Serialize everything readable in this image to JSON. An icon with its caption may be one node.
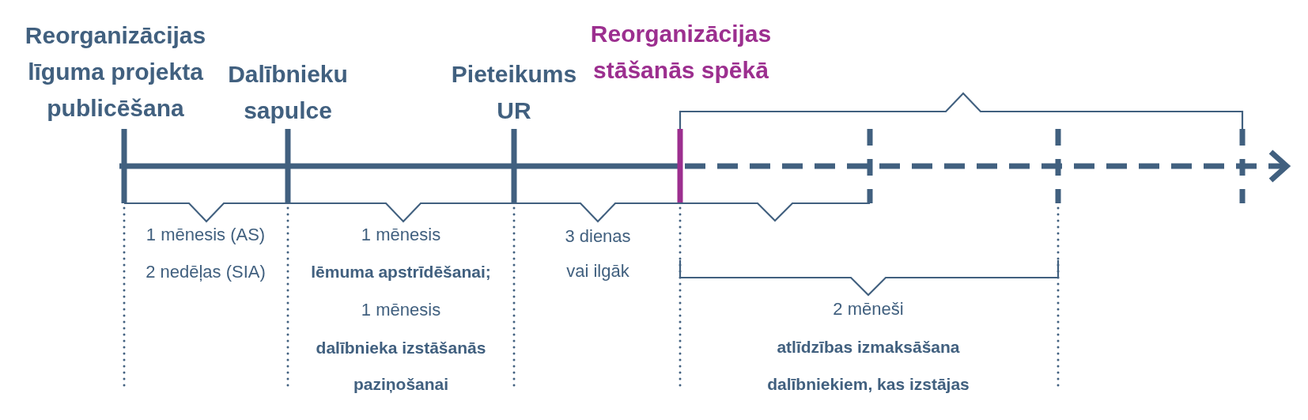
{
  "diagram": {
    "labels": [
      "Reorganizācijas līguma projekta publicēšana",
      "Dalībnieku sapulce",
      "Pieteikums UR",
      "Reorganizācijas stāšanās spēkā",
      "1 mēnesis (AS)",
      "2 nedēļas (SIA)",
      "1 mēnesis",
      "lēmuma apstrīdēšanai;",
      "1 mēnesis",
      "dalībnieka izstāšanās paziņošanai",
      "3 dienas vai ilgāk",
      "2 mēneši",
      "atlīdzības izmaksāšana dalībniekiem, kas izstājas"
    ]
  }
}
